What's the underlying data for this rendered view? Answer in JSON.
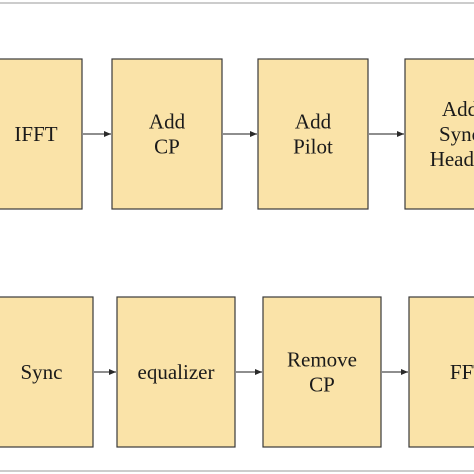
{
  "diagram": {
    "top_row": [
      {
        "id": "ifft",
        "lines": [
          "IFFT"
        ]
      },
      {
        "id": "add-cp",
        "lines": [
          "Add",
          "CP"
        ]
      },
      {
        "id": "add-pilot",
        "lines": [
          "Add",
          "Pilot"
        ]
      },
      {
        "id": "add-sync-header",
        "lines": [
          "Add",
          "Sync",
          "Header"
        ]
      }
    ],
    "bottom_row": [
      {
        "id": "sync",
        "lines": [
          "Sync"
        ]
      },
      {
        "id": "equalizer",
        "lines": [
          "equalizer"
        ]
      },
      {
        "id": "remove-cp",
        "lines": [
          "Remove",
          "CP"
        ]
      },
      {
        "id": "fft",
        "lines": [
          "FFT"
        ]
      }
    ],
    "colors": {
      "box_fill": "#fae3a8",
      "box_stroke": "#3a3a3a",
      "arrow": "#4a4a4a",
      "frame_border": "#9a9a9a",
      "text": "#1a1a1a"
    }
  }
}
